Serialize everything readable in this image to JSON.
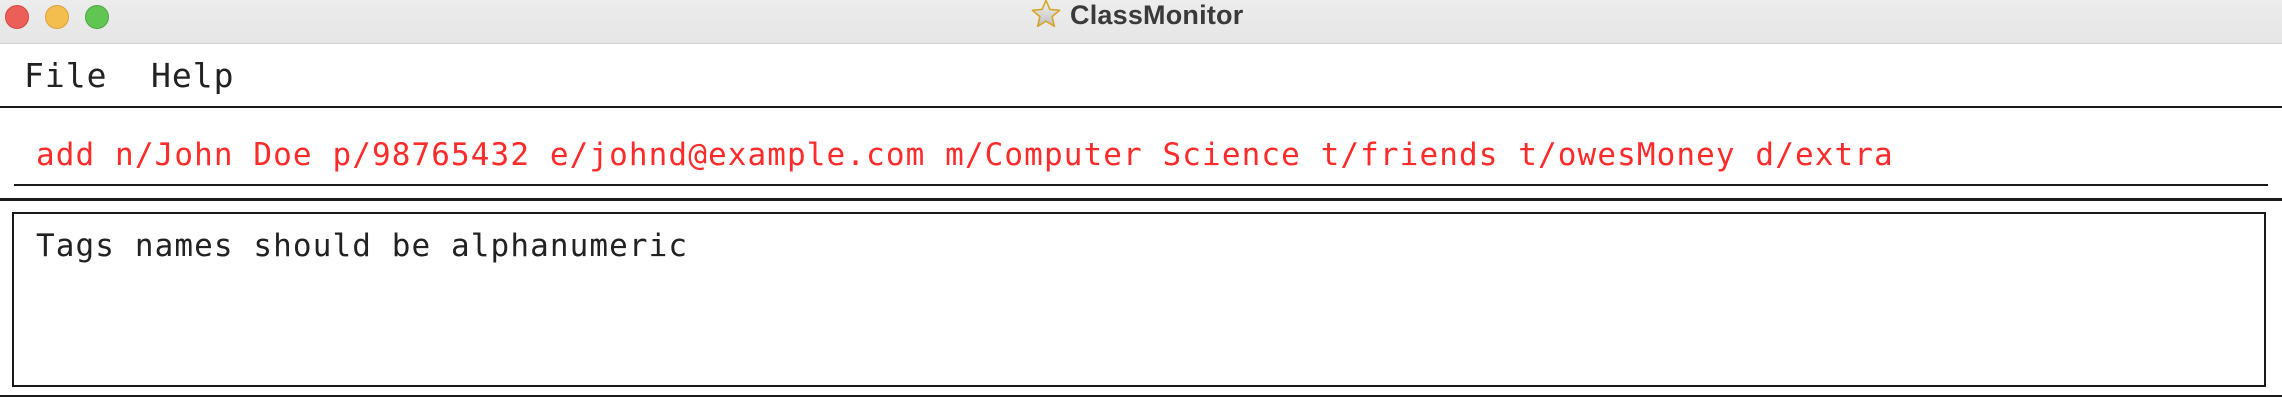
{
  "window": {
    "title": "ClassMonitor",
    "icon": "star-icon"
  },
  "menu": {
    "items": [
      {
        "label": "File"
      },
      {
        "label": "Help"
      }
    ]
  },
  "command_box": {
    "value": "add n/John Doe p/98765432 e/johnd@example.com m/Computer Science t/friends t/owesMoney d/extra",
    "text_color": "#ff2a2a"
  },
  "result_display": {
    "message": "Tags names should be alphanumeric"
  }
}
